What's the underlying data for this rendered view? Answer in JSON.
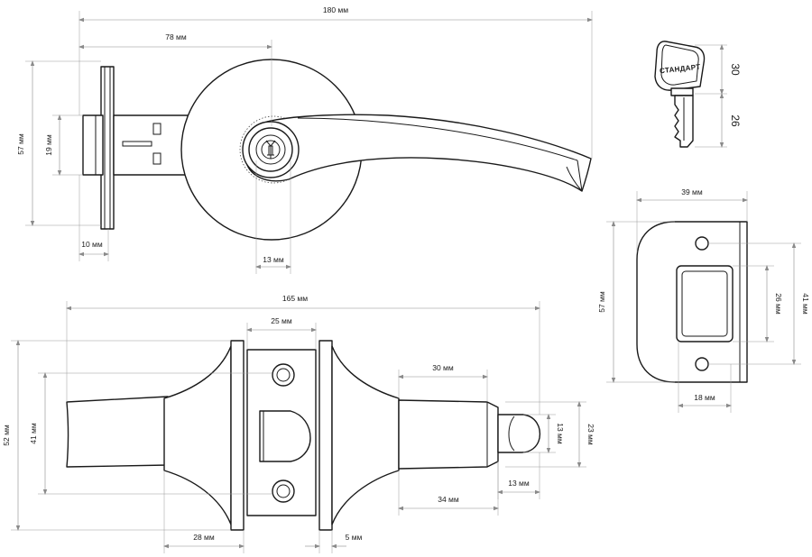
{
  "dimensions": {
    "total_length": "180 мм",
    "backset": "78 мм",
    "rose_height": "57 мм",
    "latch_height": "19 мм",
    "faceplate_thickness": "10 мм",
    "keyhole_width": "13 мм",
    "key_head": "30",
    "key_blade": "26",
    "strike_width": "39 мм",
    "strike_height": "57 мм",
    "strike_window": "26 мм",
    "strike_hole_spacing": "41 мм",
    "strike_inner_width": "18 мм",
    "body_length": "165 мм",
    "plate_width": "25 мм",
    "latch_extension": "30 мм",
    "body_height": "52 мм",
    "spindle_height": "41 мм",
    "bolt_height": "13 мм",
    "bolt_housing": "23 мм",
    "latch_length": "34 мм",
    "bolt_tip": "13 мм",
    "rose_depth": "28 мм",
    "rose_thickness": "5 мм"
  },
  "key_label": "СТАНДАРТ"
}
